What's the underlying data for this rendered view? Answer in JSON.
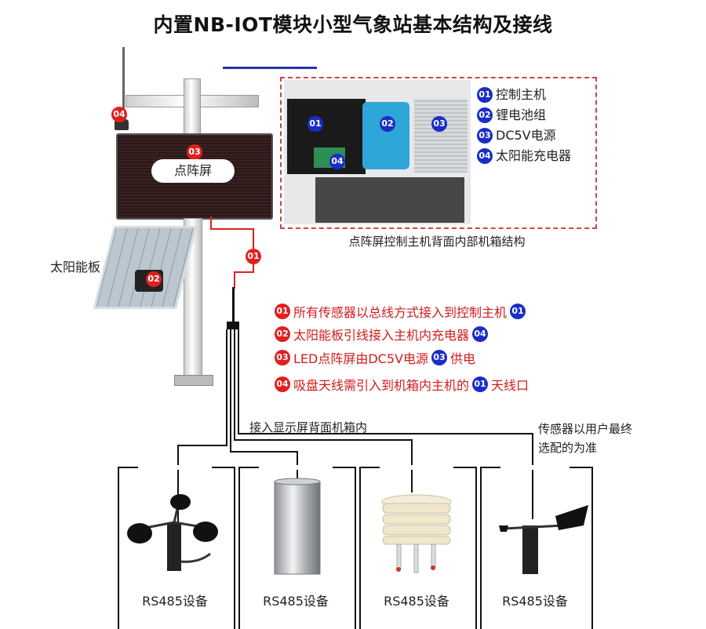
{
  "title": "内置NB-IOT模块小型气象站基本结构及接线",
  "mast": {
    "screen_label": "点阵屏",
    "solar_label": "太阳能板"
  },
  "badges": {
    "b01": "01",
    "b02": "02",
    "b03": "03",
    "b04": "04"
  },
  "interior": {
    "caption": "点阵屏控制主机背面内部机箱结构",
    "legend": [
      {
        "num": "01",
        "label": "控制主机"
      },
      {
        "num": "02",
        "label": "锂电池组"
      },
      {
        "num": "03",
        "label": "DC5V电源"
      },
      {
        "num": "04",
        "label": "太阳能充电器"
      }
    ]
  },
  "notes": [
    {
      "num": "01",
      "text": "所有传感器以总线方式接入到控制主机",
      "suffix_num": "01",
      "suffix_text": ""
    },
    {
      "num": "02",
      "text": "太阳能板引线接入主机内充电器",
      "suffix_num": "04",
      "suffix_text": ""
    },
    {
      "num": "03",
      "text": "LED点阵屏由DC5V电源",
      "suffix_num": "03",
      "suffix_text": "供电"
    },
    {
      "num": "04",
      "text": "吸盘天线需引入到机箱内主机的",
      "suffix_num": "01",
      "suffix_text": "天线口"
    }
  ],
  "wiring_label": "接入显示屏背面机箱内",
  "sensor_note_line1": "传感器以用户最终",
  "sensor_note_line2": "选配的为准",
  "devices": [
    {
      "label": "RS485设备",
      "icon": "anemometer-icon"
    },
    {
      "label": "RS485设备",
      "icon": "rain-gauge-icon"
    },
    {
      "label": "RS485设备",
      "icon": "louver-shield-icon"
    },
    {
      "label": "RS485设备",
      "icon": "wind-vane-icon"
    }
  ],
  "colors": {
    "red": "#e02020",
    "blue": "#1a2dc8",
    "frame": "#c44444"
  }
}
